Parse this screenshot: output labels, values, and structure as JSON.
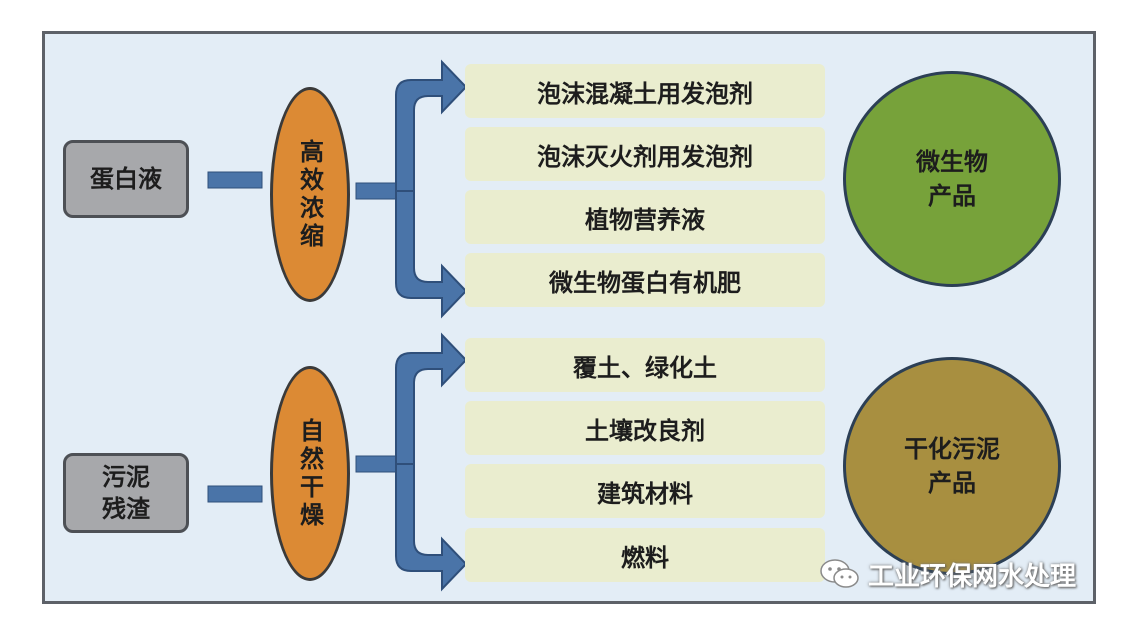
{
  "top": {
    "source": "蛋白液",
    "process": "高效浓缩",
    "products": [
      "泡沫混凝土用发泡剂",
      "泡沫灭火剂用发泡剂",
      "植物营养液",
      "微生物蛋白有机肥"
    ],
    "category": "微生物\n产品"
  },
  "bottom": {
    "source": "污泥\n残渣",
    "process": "自然干燥",
    "products": [
      "覆土、绿化土",
      "土壤改良剂",
      "建筑材料",
      "燃料"
    ],
    "category": "干化污泥\n产品"
  },
  "watermark": "工业环保网水处理",
  "colors": {
    "frame_bg": "#e3edf6",
    "source_box": "#a7a8ab",
    "process_ellipse": "#dc8a34",
    "arrow": "#4a74a8",
    "product_box": "#eaedcf",
    "circle_top": "#77a23a",
    "circle_bottom": "#a88f40"
  },
  "icons": [
    "wechat-icon"
  ]
}
